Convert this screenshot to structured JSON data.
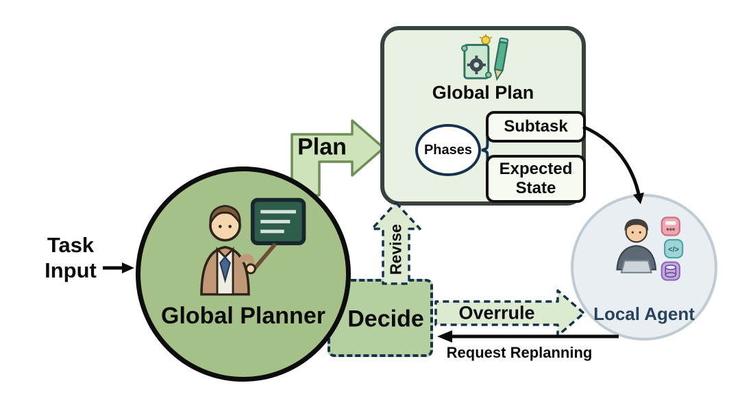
{
  "diagram": {
    "task_input": {
      "line1": "Task",
      "line2": "Input"
    },
    "global_planner": {
      "label": "Global Planner"
    },
    "global_plan": {
      "title": "Global Plan",
      "phases": "Phases",
      "subtask": "Subtask",
      "expected_line1": "Expected",
      "expected_line2": "State"
    },
    "local_agent": {
      "label": "Local Agent"
    },
    "decide": {
      "label": "Decide"
    },
    "edges": {
      "plan": "Plan",
      "revise": "Revise",
      "overrule": "Overrule",
      "request_replanning": "Request Replanning"
    }
  },
  "colors": {
    "planner_fill": "#a5c189",
    "planner_border": "#0d0d0d",
    "plan_box_fill": "#e9f1e2",
    "plan_box_border": "#3a4240",
    "subbox_fill": "#f6faf0",
    "navy": "#16324f",
    "arrow_fill": "#dcead0",
    "plan_arrow_fill": "#cfe3bb",
    "plan_arrow_border": "#6c8f58",
    "decide_fill": "#b5cfa0",
    "agent_fill": "#e9eef2",
    "agent_border": "#c0cbd3",
    "agent_text": "#29435e",
    "black": "#000000"
  }
}
